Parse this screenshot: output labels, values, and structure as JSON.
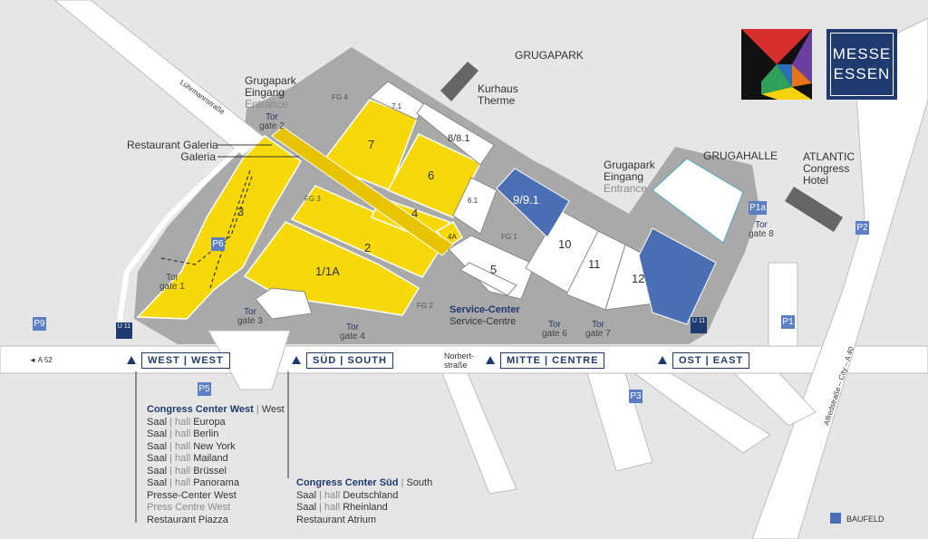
{
  "places": {
    "grugapark": "GRUGAPARK",
    "kurhaus": [
      "Kurhaus",
      "Therme"
    ],
    "grugahalle": "GRUGAHALLE",
    "atlantic": [
      "ATLANTIC",
      "Congress",
      "Hotel"
    ],
    "grugapark_entrance_west": [
      "Grugapark",
      "Eingang",
      "Entrance"
    ],
    "grugapark_entrance_east": [
      "Grugapark",
      "Eingang",
      "Entrance"
    ],
    "restaurant_galeria": "Restaurant Galeria",
    "galeria": "Galeria",
    "service_center": [
      "Service-Center",
      "Service-Centre"
    ],
    "norbertstrasse": [
      "Norbert-",
      "straße"
    ],
    "luhrmannstrasse": "Lührmannstraße",
    "alfredstrasse": "Alfredstraße – City – A 40",
    "a52": "◄ A 52"
  },
  "halls": {
    "h1": "1/1A",
    "h2": "2",
    "h3": "3",
    "h4": "4",
    "h4a": "4A",
    "h5": "5",
    "h6": "6",
    "h6_1": "6.1",
    "h7": "7",
    "h7_1": "7.1",
    "h8": "8/8.1",
    "h9": "9/9.1",
    "h10": "10",
    "h11": "11",
    "h12": "12"
  },
  "foyers": {
    "fg1": "FG 1",
    "fg2": "FG 2",
    "fg3": "FG 3",
    "fg4": "FG 4"
  },
  "gates": {
    "tor_word": "Tor",
    "g1": "gate 1",
    "g2": "gate 2",
    "g3": "gate 3",
    "g4": "gate 4",
    "g6": "gate 6",
    "g7": "gate 7",
    "g8": "gate 8"
  },
  "parking": {
    "p1": "P1",
    "p1a": "P1a",
    "p2": "P2",
    "p3": "P3",
    "p5": "P5",
    "p6": "P6",
    "p9": "P9"
  },
  "transit": {
    "u11": "U 11"
  },
  "zones": {
    "west": "WEST | WEST",
    "sued": "SÜD | SOUTH",
    "mitte": "MITTE | CENTRE",
    "ost": "OST | EAST"
  },
  "congress_west": {
    "title": "Congress Center West",
    "title_en": "West",
    "sep": "|",
    "saal": "Saal",
    "hall": "hall",
    "halls": [
      "Europa",
      "Berlin",
      "New York",
      "Mailand",
      "Brüssel",
      "Panorama"
    ],
    "press": "Presse-Center West",
    "press_en": "Press Centre West",
    "restaurant": "Restaurant Piazza"
  },
  "congress_sued": {
    "title": "Congress Center Süd",
    "title_en": "South",
    "sep": "|",
    "saal": "Saal",
    "hall": "hall",
    "halls": [
      "Deutschland",
      "Rheinland"
    ],
    "restaurant": "Restaurant Atrium"
  },
  "legend": {
    "baufeld": "BAUFELD"
  },
  "logo": {
    "line1": "MESSE",
    "line2": "ESSEN"
  },
  "colors": {
    "background": "#e6e6e6",
    "area": "#a9a9a9",
    "hall_yellow": "#f7d80a",
    "hall_blue": "#4a6fb5",
    "road": "#ffffff",
    "navy": "#1f3a6e",
    "parking": "#5b7ec4"
  }
}
